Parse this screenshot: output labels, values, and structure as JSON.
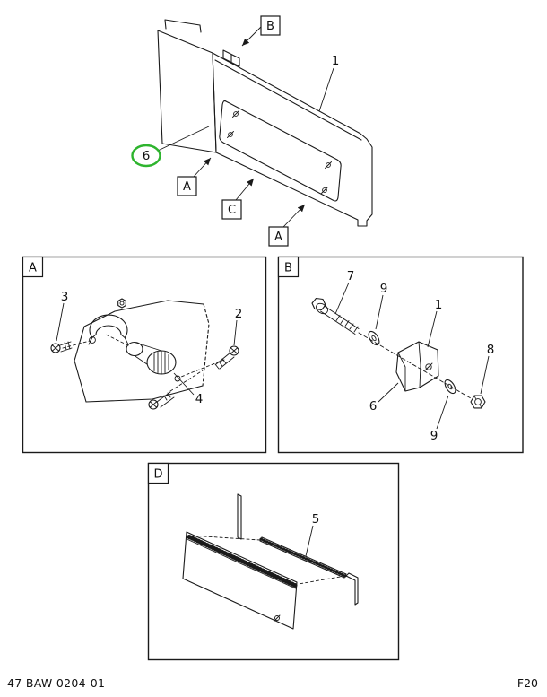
{
  "footer": {
    "doc_number": "47-BAW-0204-01",
    "page_code": "F20"
  },
  "main_view": {
    "label_b": "B",
    "callout_1": "1",
    "callout_6": "6",
    "label_a_left": "A",
    "label_c": "C",
    "label_a_right": "A"
  },
  "detail_a": {
    "box_label": "A",
    "callout_3": "3",
    "callout_2": "2",
    "callout_4": "4"
  },
  "detail_b": {
    "box_label": "B",
    "callout_7": "7",
    "callout_9_top": "9",
    "callout_1": "1",
    "callout_6": "6",
    "callout_9_bottom": "9",
    "callout_8": "8"
  },
  "detail_d": {
    "box_label": "D",
    "callout_5": "5"
  },
  "colors": {
    "line": "#1a1a1a",
    "highlight": "#2eb42e",
    "background": "#ffffff"
  }
}
